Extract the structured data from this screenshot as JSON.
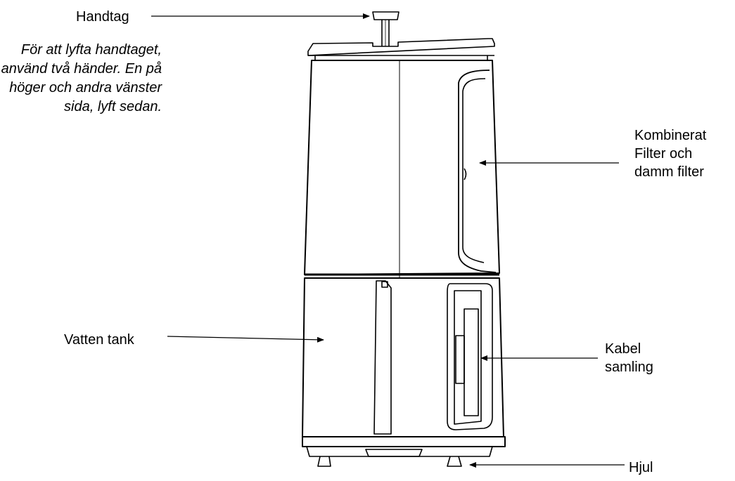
{
  "labels": {
    "handle": "Handtag",
    "handle_note": [
      "För att lyfta handtaget,",
      "använd två händer. En på",
      "höger och andra vänster",
      "sida, lyft sedan."
    ],
    "filter": [
      "Kombinerat",
      "Filter och",
      "damm filter"
    ],
    "water_tank": "Vatten tank",
    "cable": [
      "Kabel",
      "samling"
    ],
    "wheel": "Hjul"
  },
  "colors": {
    "stroke": "#000000",
    "background": "#ffffff"
  }
}
